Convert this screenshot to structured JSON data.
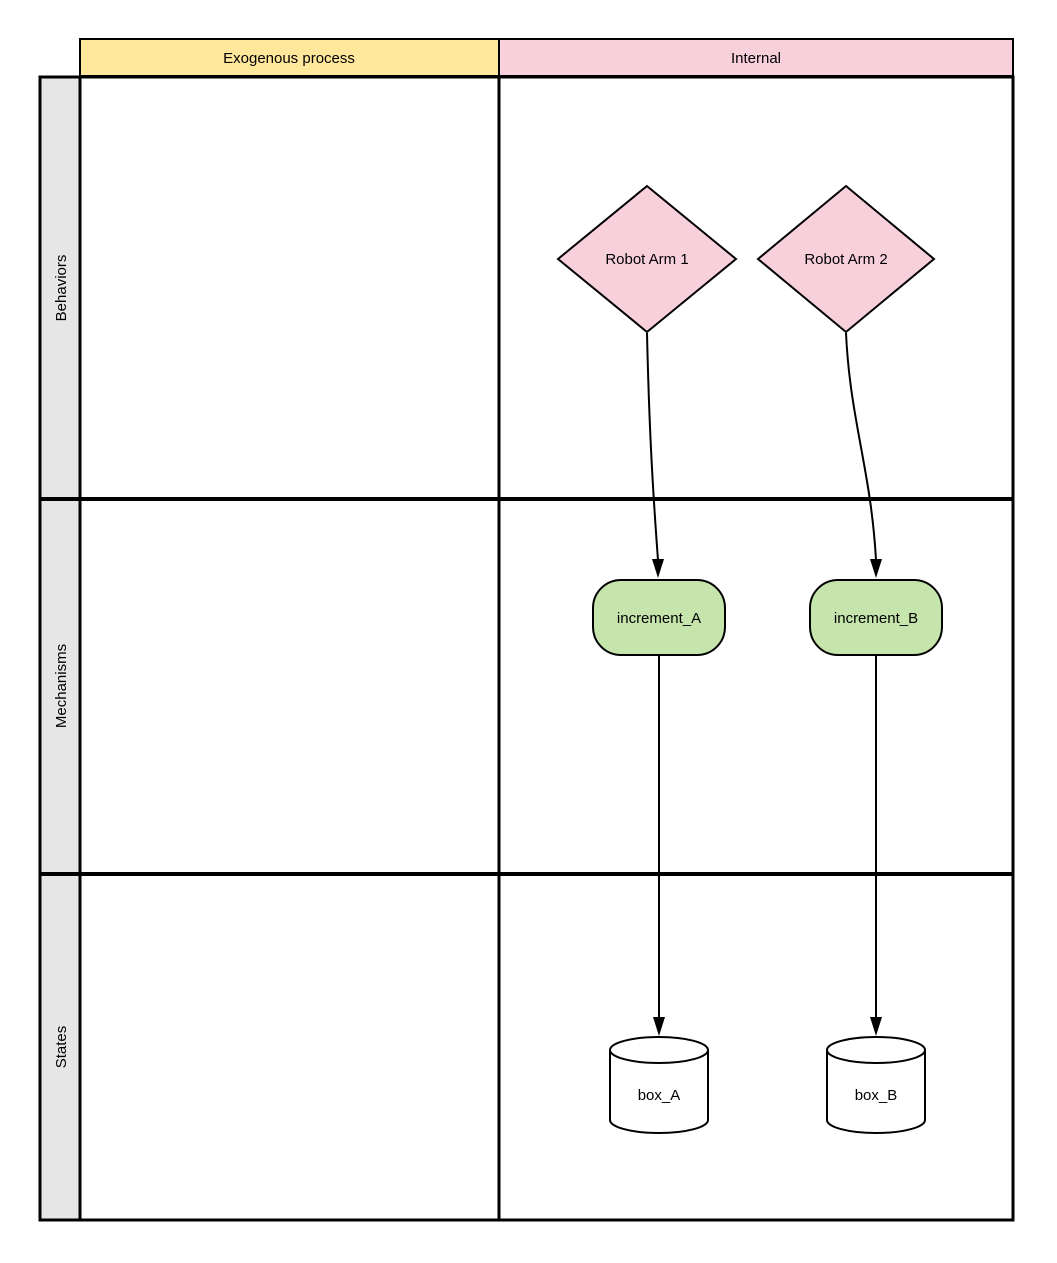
{
  "headers": {
    "exogenous": "Exogenous process",
    "internal": "Internal"
  },
  "row_labels": {
    "behaviors": "Behaviors",
    "mechanisms": "Mechanisms",
    "states": "States"
  },
  "nodes": {
    "robot_arm_1": {
      "label": "Robot Arm 1",
      "shape": "diamond",
      "row": "Behaviors",
      "column": "Internal"
    },
    "robot_arm_2": {
      "label": "Robot Arm 2",
      "shape": "diamond",
      "row": "Behaviors",
      "column": "Internal"
    },
    "increment_a": {
      "label": "increment_A",
      "shape": "rounded-rectangle",
      "row": "Mechanisms",
      "column": "Internal"
    },
    "increment_b": {
      "label": "increment_B",
      "shape": "rounded-rectangle",
      "row": "Mechanisms",
      "column": "Internal"
    },
    "box_a": {
      "label": "box_A",
      "shape": "cylinder",
      "row": "States",
      "column": "Internal"
    },
    "box_b": {
      "label": "box_B",
      "shape": "cylinder",
      "row": "States",
      "column": "Internal"
    }
  },
  "edges": [
    {
      "from": "Robot Arm 1",
      "to": "increment_A"
    },
    {
      "from": "Robot Arm 2",
      "to": "increment_B"
    },
    {
      "from": "increment_A",
      "to": "box_A"
    },
    {
      "from": "increment_B",
      "to": "box_B"
    }
  ],
  "colors": {
    "header_exogenous_fill": "#FFE79C",
    "header_internal_fill": "#F8D0DC",
    "diamond_fill": "#F8D0DC",
    "mechanism_fill": "#C6E5AC",
    "cylinder_fill": "#FFFFFF",
    "row_label_fill": "#E6E6E6",
    "stroke": "#000000"
  }
}
